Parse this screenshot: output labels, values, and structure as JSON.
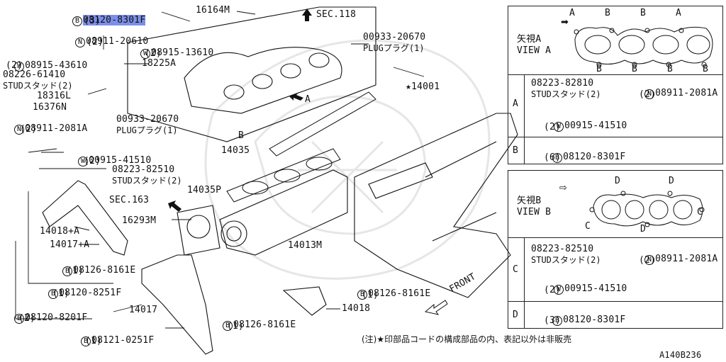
{
  "diagram_code": "A140B236",
  "note": "(注)★印部品コードの構成部品の内、表記以外は非販売",
  "labels": {
    "p_08120_8301F": {
      "prefix": "B",
      "code": "08120-8301F",
      "qty": "(3)"
    },
    "p_16164M": {
      "code": "16164M"
    },
    "p_sec118": {
      "code": "SEC.118"
    },
    "p_08911_20610": {
      "prefix": "N",
      "code": "08911-20610",
      "qty": "(2)"
    },
    "p_08915_43610": {
      "prefix": "W",
      "code": "08915-43610",
      "qty": "(2)"
    },
    "p_08915_13610": {
      "prefix": "W",
      "code": "08915-13610",
      "qty": "(2)"
    },
    "p_18225A": {
      "code": "18225A"
    },
    "p_08226_61410": {
      "code": "08226-61410",
      "qty": "STUDスタッド(2)"
    },
    "p_18316L": {
      "code": "18316L"
    },
    "p_16376N": {
      "code": "16376N"
    },
    "p_08911_2081A": {
      "prefix": "N",
      "code": "08911-2081A",
      "qty": "(2)"
    },
    "p_00933_20670_top": {
      "code": "00933-20670",
      "qty": "PLUGプラグ(1)"
    },
    "p_00933_20670_mid": {
      "code": "00933-20670",
      "qty": "PLUGプラグ(1)"
    },
    "p_14001": {
      "prefix": "★",
      "code": "14001"
    },
    "p_A": {
      "code": "A"
    },
    "p_B": {
      "code": "B"
    },
    "p_14035": {
      "code": "14035"
    },
    "p_00915_41510": {
      "prefix": "W",
      "code": "00915-41510",
      "qty": "(2)"
    },
    "p_08223_82510": {
      "code": "08223-82510",
      "qty": "STUDスタッド(2)"
    },
    "p_14035P": {
      "code": "14035P"
    },
    "p_sec163": {
      "code": "SEC.163"
    },
    "p_16293M": {
      "code": "16293M"
    },
    "p_14018A": {
      "code": "14018+A"
    },
    "p_14017A": {
      "code": "14017+A"
    },
    "p_08126_8161E_left": {
      "prefix": "B",
      "code": "08126-8161E",
      "qty": "(1)"
    },
    "p_08120_8251F": {
      "prefix": "B",
      "code": "08120-8251F",
      "qty": "(1)"
    },
    "p_08120_8201F": {
      "prefix": "B",
      "code": "08120-8201F",
      "qty": "(2)"
    },
    "p_14017": {
      "code": "14017"
    },
    "p_08126_8161E_mid": {
      "prefix": "B",
      "code": "08126-8161E",
      "qty": "(1)"
    },
    "p_08121_0251F": {
      "prefix": "B",
      "code": "08121-0251F",
      "qty": "(1)"
    },
    "p_14013M": {
      "code": "14013M"
    },
    "p_08126_8161E_right": {
      "prefix": "B",
      "code": "08126-8161E",
      "qty": "(1)"
    },
    "p_14018": {
      "code": "14018"
    },
    "p_front": {
      "code": "FRONT"
    }
  },
  "panel_a": {
    "title": "矢視A",
    "view": "VIEW A",
    "markers_top": [
      "A",
      "B",
      "B",
      "A"
    ],
    "markers_bottom": [
      "B",
      "B",
      "B",
      "B"
    ],
    "rows": [
      {
        "letter": "A",
        "line1_code": "08223-82810",
        "line1_prefix2": "N",
        "line1_code2": "08911-2081A",
        "line2": "STUDスタッド(2)",
        "line2_qty2": "(2)",
        "line3_prefix": "W",
        "line3_code": "00915-41510",
        "line4": "(2)"
      },
      {
        "letter": "B",
        "prefix": "B",
        "code": "08120-8301F",
        "qty": "(6)"
      }
    ]
  },
  "panel_b": {
    "title": "矢視B",
    "view": "VIEW B",
    "markers": [
      "D",
      "D",
      "C",
      "C",
      "D"
    ],
    "rows": [
      {
        "letter": "C",
        "line1_code": "08223-82510",
        "line1_prefix2": "N",
        "line1_code2": "08911-2081A",
        "line2": "STUDスタッド(2)",
        "line2_qty2": "(2)",
        "line3_prefix": "W",
        "line3_code": "00915-41510",
        "line4": "(2)"
      },
      {
        "letter": "D",
        "prefix": "B",
        "code": "08120-8301F",
        "qty": "(3)"
      }
    ]
  }
}
